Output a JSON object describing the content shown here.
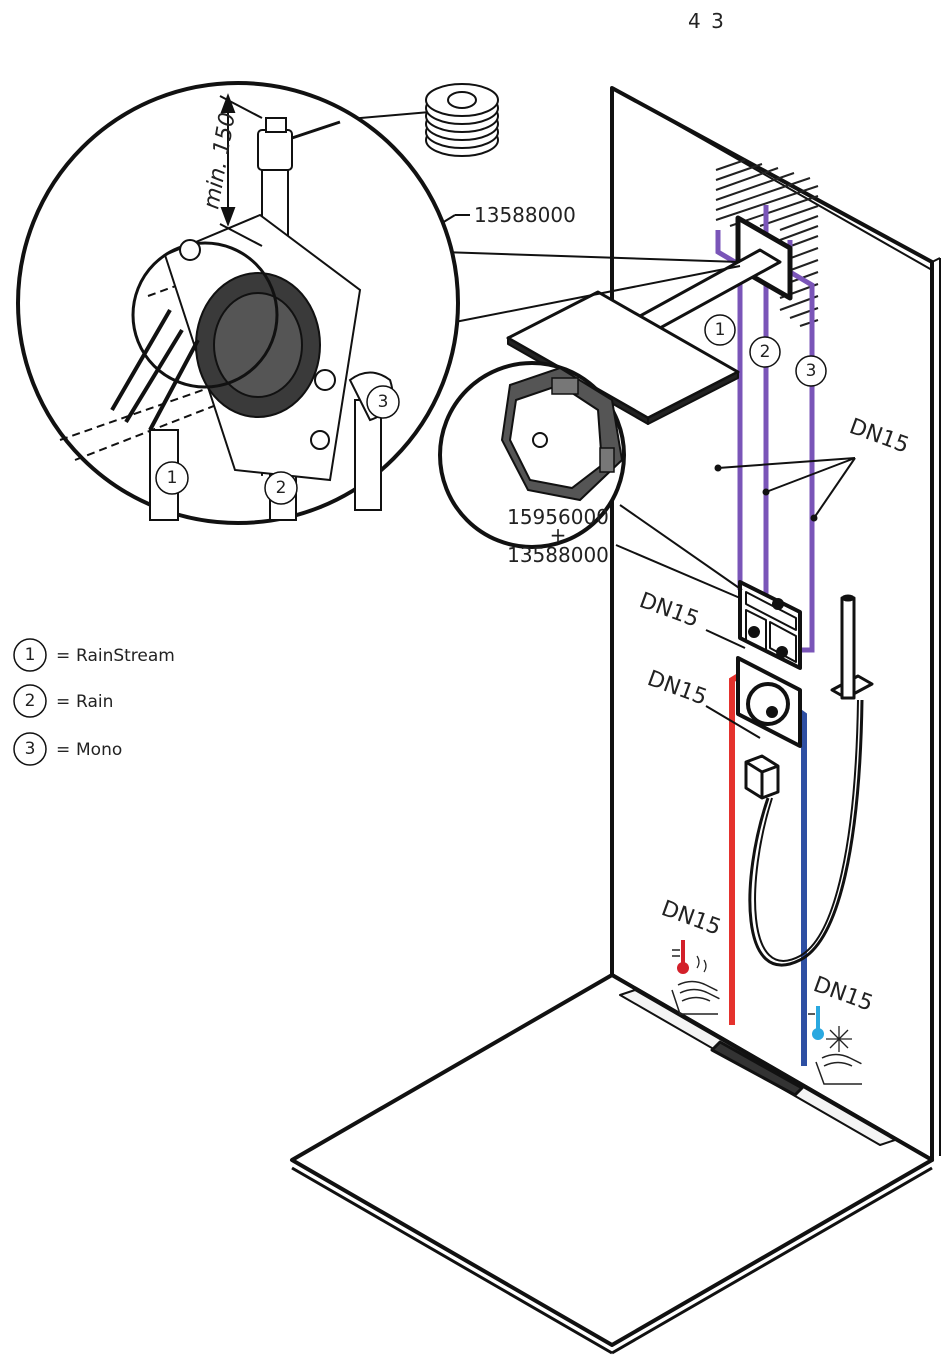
{
  "page_number": "4 3",
  "part_numbers": {
    "main_body": "13588000",
    "module_line1": "15956000",
    "module_plus": "+",
    "module_line2": "13588000"
  },
  "dimension_label": "min. 150",
  "pipe_size_label": "DN15",
  "outlets": [
    {
      "number": "1",
      "name": "RainStream"
    },
    {
      "number": "2",
      "name": "Rain"
    },
    {
      "number": "3",
      "name": "Mono"
    }
  ],
  "legend_separator": "=",
  "colors": {
    "outlet_pipes": "#7a55b8",
    "hot_pipe": "#e5322d",
    "cold_pipe": "#2e4fa3",
    "hot_icon": "#d3202a",
    "cold_icon": "#2aa8e0",
    "line": "#111111"
  }
}
